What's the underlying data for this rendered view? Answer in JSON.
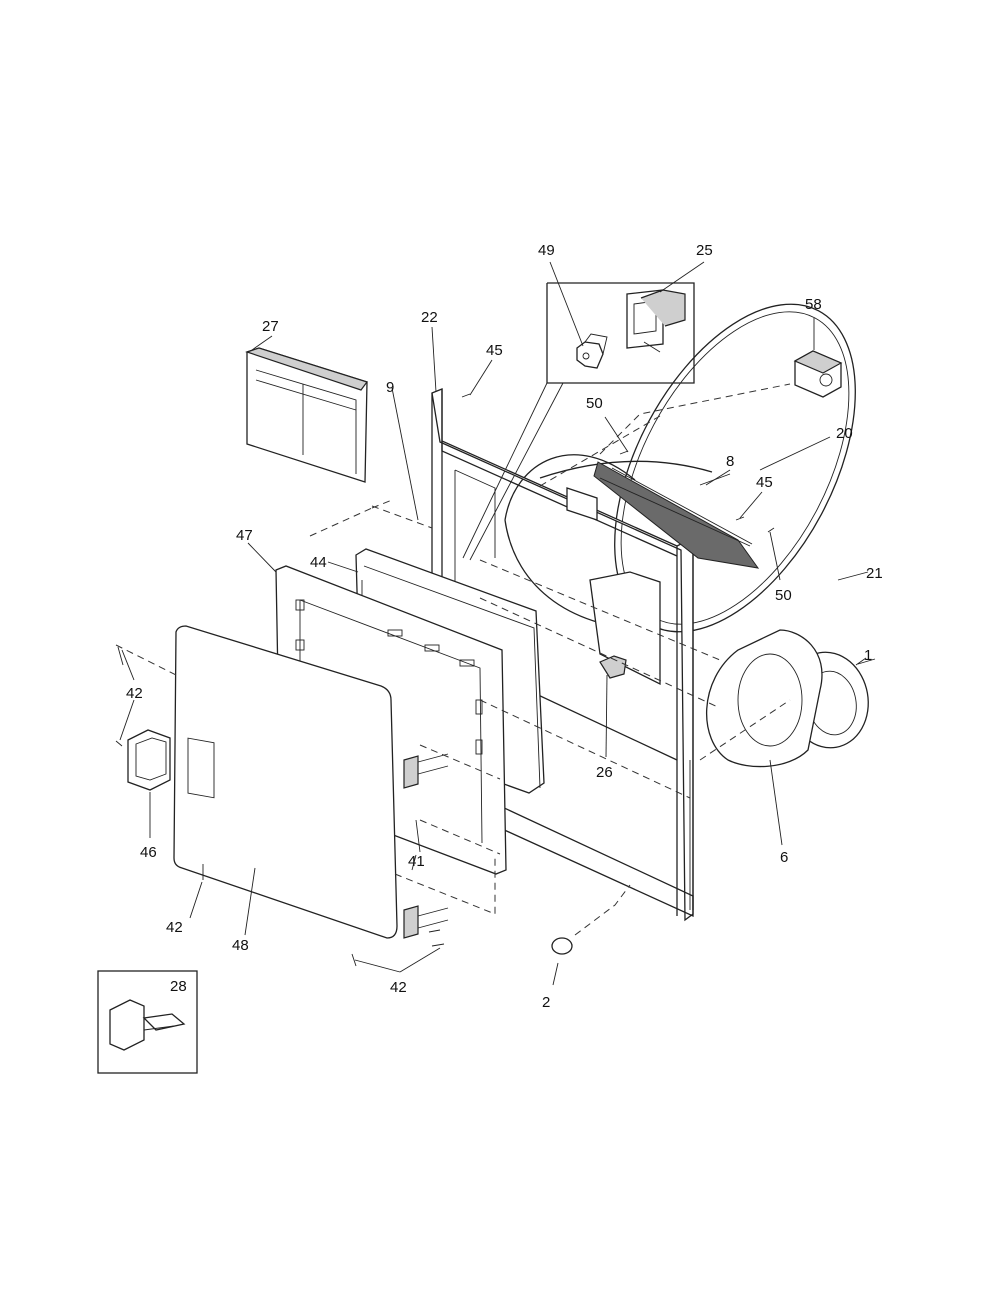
{
  "callouts": [
    {
      "id": "c49",
      "text": "49"
    },
    {
      "id": "c25",
      "text": "25"
    },
    {
      "id": "c58",
      "text": "58"
    },
    {
      "id": "c27",
      "text": "27"
    },
    {
      "id": "c22",
      "text": "22"
    },
    {
      "id": "c45a",
      "text": "45"
    },
    {
      "id": "c9",
      "text": "9"
    },
    {
      "id": "c50a",
      "text": "50"
    },
    {
      "id": "c20",
      "text": "20"
    },
    {
      "id": "c8",
      "text": "8"
    },
    {
      "id": "c45b",
      "text": "45"
    },
    {
      "id": "c47",
      "text": "47"
    },
    {
      "id": "c44",
      "text": "44"
    },
    {
      "id": "c21",
      "text": "21"
    },
    {
      "id": "c50b",
      "text": "50"
    },
    {
      "id": "c1",
      "text": "1"
    },
    {
      "id": "c42a",
      "text": "42"
    },
    {
      "id": "c26",
      "text": "26"
    },
    {
      "id": "c46",
      "text": "46"
    },
    {
      "id": "c6",
      "text": "6"
    },
    {
      "id": "c41",
      "text": "41"
    },
    {
      "id": "c42b",
      "text": "42"
    },
    {
      "id": "c48",
      "text": "48"
    },
    {
      "id": "c2",
      "text": "2"
    },
    {
      "id": "c28",
      "text": "28"
    },
    {
      "id": "c42c",
      "text": "42"
    }
  ],
  "colors": {
    "line": "#222222",
    "background": "#ffffff",
    "shade": "#cfcfcf"
  }
}
